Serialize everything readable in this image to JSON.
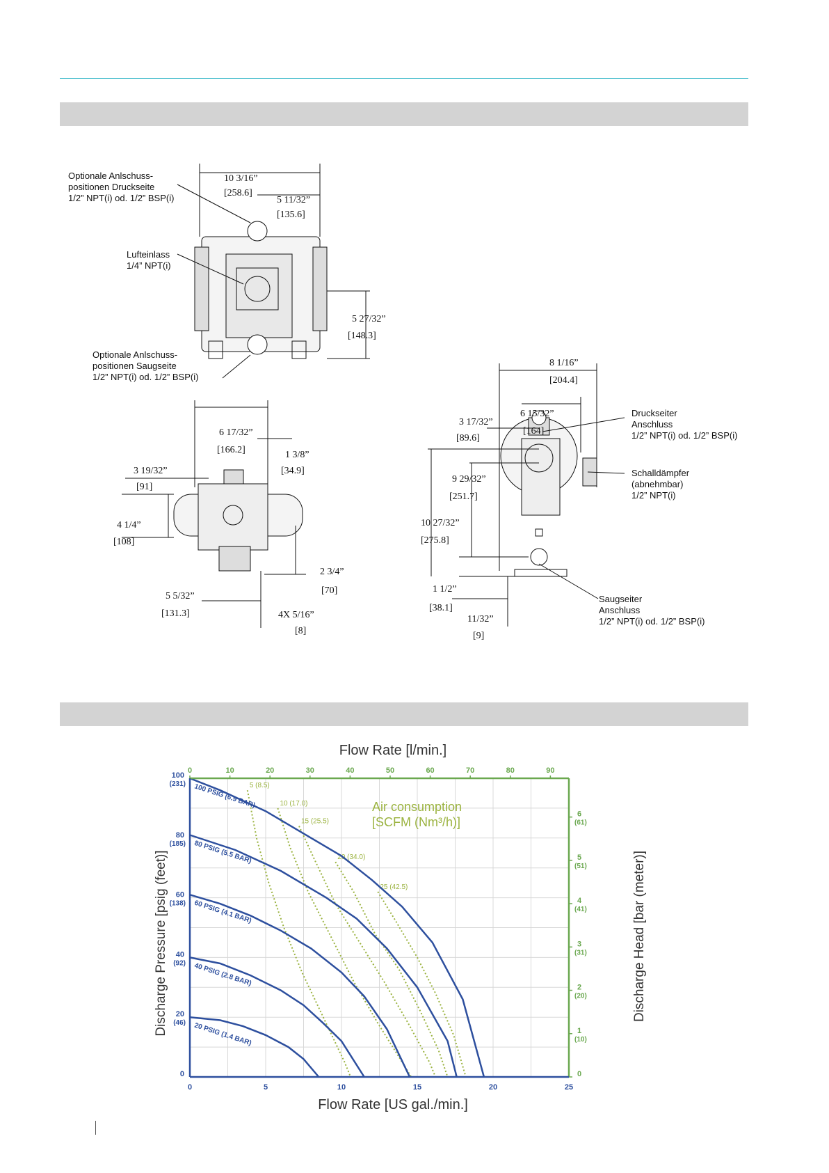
{
  "drawing_labels": {
    "top_a1": "Optionale Anlschuss-",
    "top_a2": "positionen Druckseite",
    "top_a3": "1/2” NPT(i) od. 1/2” BSP(i)",
    "air1": "Lufteinlass",
    "air2": "1/4” NPT(i)",
    "top_b1": "Optionale Anlschuss-",
    "top_b2": "positionen Saugseite",
    "top_b3": "1/2” NPT(i) od. 1/2” BSP(i)",
    "ds1": "Druckseiter",
    "ds2": "Anschluss",
    "ds3": "1/2” NPT(i) od. 1/2” BSP(i)",
    "sd1": "Schalldämpfer",
    "sd2": "(abnehmbar)",
    "sd3": "1/2” NPT(i)",
    "ss1": "Saugseiter",
    "ss2": "Anschluss",
    "ss3": "1/2” NPT(i) od. 1/2” BSP(i)"
  },
  "dimensions": {
    "d1": "10 3/16”",
    "d1m": "[258.6]",
    "d2": "5 11/32”",
    "d2m": "[135.6]",
    "d3": "5 27/32”",
    "d3m": "[148.3]",
    "d4": "6 17/32”",
    "d4m": "[166.2]",
    "d5": "1 3/8”",
    "d5m": "[34.9]",
    "d6": "3 19/32”",
    "d6m": "[91]",
    "d7": "4 1/4”",
    "d7m": "[108]",
    "d8": "2 3/4”",
    "d8m": "[70]",
    "d9": "5 5/32”",
    "d9m": "[131.3]",
    "d10": "4X 5/16”",
    "d10m": "[8]",
    "d11": "8 1/16”",
    "d11m": "[204.4]",
    "d12": "6 15/32”",
    "d12m": "[164]",
    "d13": "3 17/32”",
    "d13m": "[89.6]",
    "d14": "9 29/32”",
    "d14m": "[251.7]",
    "d15": "10 27/32”",
    "d15m": "[275.8]",
    "d16": "1 1/2”",
    "d16m": "[38.1]",
    "d17": "11/32”",
    "d17m": "[9]"
  },
  "chart_data": {
    "type": "line",
    "title_top": "Flow Rate  [l/min.]",
    "xlabel": "Flow Rate [US gal./min.]",
    "ylabel": "Discharge Pressure [psig (feet)]",
    "ylabel_right": "Discharge Head [bar (meter)]",
    "annotation": [
      "Air consumption",
      "[SCFM (Nm³/h)]"
    ],
    "xlim": [
      0,
      25
    ],
    "ylim": [
      0,
      100
    ],
    "x_ticks": [
      "0",
      "5",
      "10",
      "15",
      "20",
      "25"
    ],
    "x2_ticks": [
      "0",
      "10",
      "20",
      "30",
      "40",
      "50",
      "60",
      "70",
      "80",
      "90"
    ],
    "y_ticks": [
      {
        "v": "100",
        "s": "(231)"
      },
      {
        "v": "80",
        "s": "(185)"
      },
      {
        "v": "60",
        "s": "(138)"
      },
      {
        "v": "40",
        "s": "(92)"
      },
      {
        "v": "20",
        "s": "(46)"
      },
      {
        "v": "0",
        "s": ""
      }
    ],
    "y2_ticks": [
      {
        "v": "6",
        "s": "(61)"
      },
      {
        "v": "5",
        "s": "(51)"
      },
      {
        "v": "4",
        "s": "(41)"
      },
      {
        "v": "3",
        "s": "(31)"
      },
      {
        "v": "2",
        "s": "(20)"
      },
      {
        "v": "1",
        "s": "(10)"
      },
      {
        "v": "0",
        "s": ""
      }
    ],
    "series": [
      {
        "name": "100 PSIG (6.9 BAR)",
        "points": [
          [
            0,
            100
          ],
          [
            2,
            96
          ],
          [
            5,
            89
          ],
          [
            8,
            80
          ],
          [
            10,
            74
          ],
          [
            12,
            66
          ],
          [
            14,
            57
          ],
          [
            16,
            45
          ],
          [
            18,
            26
          ],
          [
            19.4,
            0
          ]
        ]
      },
      {
        "name": "80 PSIG (5.5 BAR)",
        "points": [
          [
            0,
            81
          ],
          [
            3,
            76
          ],
          [
            6,
            69
          ],
          [
            9,
            60
          ],
          [
            11,
            53
          ],
          [
            13,
            43
          ],
          [
            15,
            30
          ],
          [
            17,
            12
          ],
          [
            17.6,
            0
          ]
        ]
      },
      {
        "name": "60 PSIG (4.1 BAR)",
        "points": [
          [
            0,
            61
          ],
          [
            2,
            58
          ],
          [
            4,
            54
          ],
          [
            6,
            49
          ],
          [
            8,
            43
          ],
          [
            10,
            35
          ],
          [
            11.5,
            27
          ],
          [
            13,
            16
          ],
          [
            14.5,
            0
          ]
        ]
      },
      {
        "name": "40 PSIG (2.8 BAR)",
        "points": [
          [
            0,
            40
          ],
          [
            2,
            38
          ],
          [
            4,
            34
          ],
          [
            6,
            29
          ],
          [
            7.5,
            24
          ],
          [
            8.8,
            18
          ],
          [
            10,
            12
          ],
          [
            11.5,
            0
          ]
        ]
      },
      {
        "name": "20 PSIG (1.4 BAR)",
        "points": [
          [
            0,
            20
          ],
          [
            2,
            19
          ],
          [
            3.5,
            17
          ],
          [
            5,
            14
          ],
          [
            6.5,
            10
          ],
          [
            7.5,
            6
          ],
          [
            8.5,
            0
          ]
        ]
      }
    ],
    "air_series": [
      {
        "name": "5 (8.5)",
        "points": [
          [
            3.8,
            96
          ],
          [
            4.4,
            80
          ],
          [
            5.2,
            65
          ],
          [
            6.2,
            50
          ],
          [
            7.4,
            35
          ],
          [
            8.8,
            20
          ],
          [
            10.2,
            5
          ],
          [
            10.6,
            0
          ]
        ]
      },
      {
        "name": "10 (17.0)",
        "points": [
          [
            5.8,
            90
          ],
          [
            6.6,
            77
          ],
          [
            7.8,
            62
          ],
          [
            9.2,
            48
          ],
          [
            10.8,
            32
          ],
          [
            12.4,
            18
          ],
          [
            14,
            5
          ],
          [
            14.6,
            0
          ]
        ]
      },
      {
        "name": "15 (25.5)",
        "points": [
          [
            7.2,
            84
          ],
          [
            8.2,
            73
          ],
          [
            9.6,
            58
          ],
          [
            11.2,
            45
          ],
          [
            12.8,
            32
          ],
          [
            14.4,
            18
          ],
          [
            15.8,
            5
          ],
          [
            16.2,
            0
          ]
        ]
      },
      {
        "name": "20 (34.0)",
        "points": [
          [
            9.6,
            72
          ],
          [
            10.8,
            62
          ],
          [
            12.2,
            48
          ],
          [
            13.8,
            36
          ],
          [
            15.2,
            22
          ],
          [
            16.4,
            9
          ],
          [
            17.0,
            0
          ]
        ]
      },
      {
        "name": "25 (42.5)",
        "points": [
          [
            12.4,
            62
          ],
          [
            13.6,
            52
          ],
          [
            15,
            40
          ],
          [
            16.2,
            28
          ],
          [
            17.4,
            14
          ],
          [
            18.2,
            0
          ]
        ]
      }
    ],
    "colors": {
      "blue": "#2d4f9e",
      "green": "#6aa84f",
      "air": "#9bb340",
      "grid": "#d8d8d8"
    }
  }
}
